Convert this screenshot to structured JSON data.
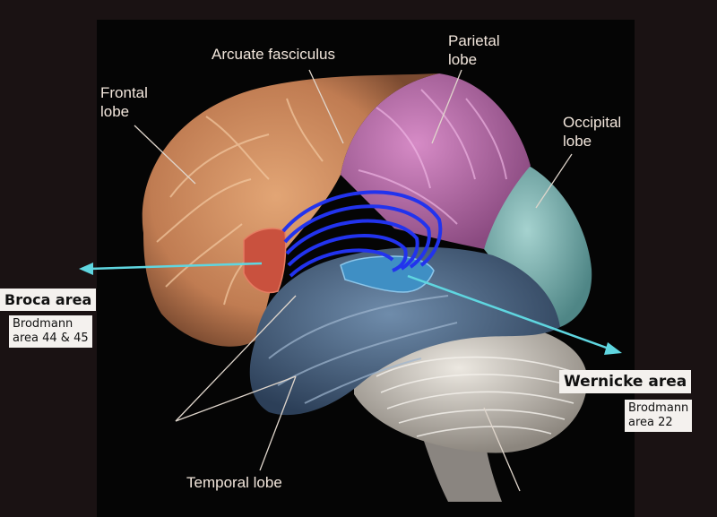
{
  "labels": {
    "frontal_lobe": [
      "Frontal",
      "lobe"
    ],
    "arcuate_fasciculus": "Arcuate fasciculus",
    "parietal_lobe": [
      "Parietal",
      "lobe"
    ],
    "occipital_lobe": [
      "Occipital",
      "lobe"
    ],
    "temporal_lobe": "Temporal lobe"
  },
  "broca": {
    "title": "Broca area",
    "brodmann_line1": "Brodmann",
    "brodmann_line2": "area 44 & 45"
  },
  "wernicke": {
    "title": "Wernicke area",
    "brodmann_line1": "Brodmann",
    "brodmann_line2": "area 22"
  },
  "colors": {
    "background": "#1a1213",
    "frontal": "#c98a5c",
    "parietal": "#b86aa6",
    "occipital": "#7fb3b2",
    "temporal": "#4b6585",
    "cerebellum": "#d6d1c9",
    "broca_area": "#c9513e",
    "wernicke_area": "#3f8fc4",
    "arcuate_fibers": "#2233ee",
    "arrows": "#5fd6e0"
  }
}
